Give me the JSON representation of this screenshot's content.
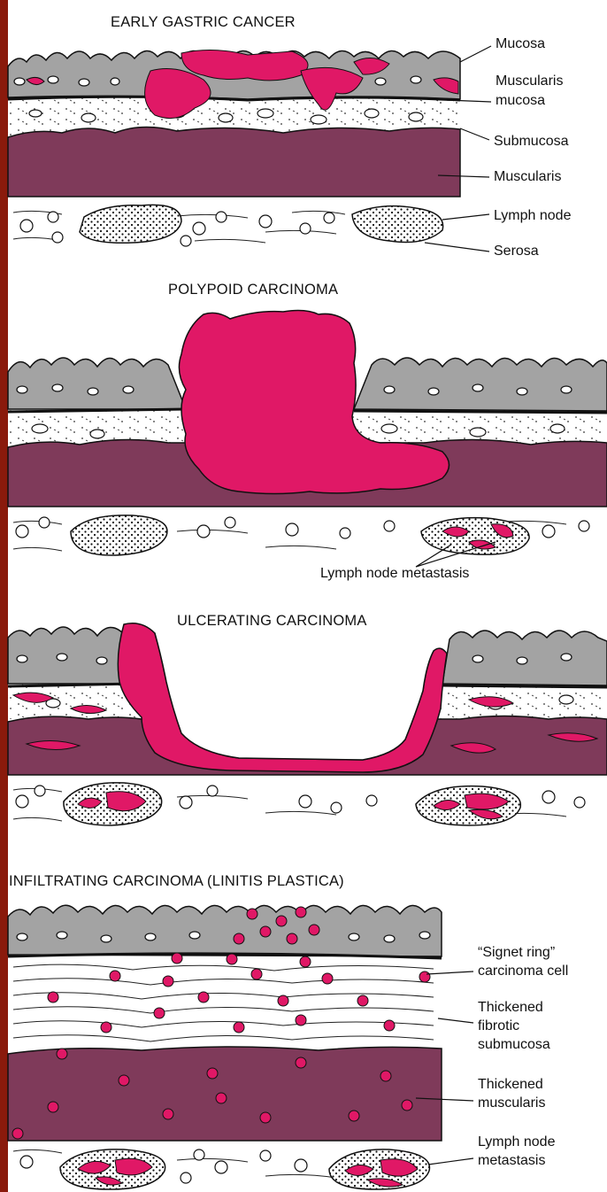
{
  "colors": {
    "page_border": "#8a1a0c",
    "paper": "#ffffff",
    "mucosa": "#a3a3a3",
    "muscularis": "#7f3a5a",
    "tumor": "#e01866",
    "ink": "#111111"
  },
  "panels": {
    "early": {
      "title": "EARLY GASTRIC CANCER",
      "labels": {
        "mucosa": "Mucosa",
        "muscularis_mucosa_1": "Muscularis",
        "muscularis_mucosa_2": "mucosa",
        "submucosa": "Submucosa",
        "muscularis": "Muscularis",
        "lymph_node": "Lymph node",
        "serosa": "Serosa"
      }
    },
    "polypoid": {
      "title": "POLYPOID CARCINOMA",
      "labels": {
        "lymph_node_metastasis": "Lymph node metastasis"
      }
    },
    "ulcerating": {
      "title": "ULCERATING CARCINOMA"
    },
    "infiltrating": {
      "title": "INFILTRATING CARCINOMA (LINITIS PLASTICA)",
      "labels": {
        "signet_1": "“Signet ring”",
        "signet_2": "carcinoma cell",
        "fibrotic_1": "Thickened",
        "fibrotic_2": "fibrotic",
        "fibrotic_3": "submucosa",
        "muscularis_1": "Thickened",
        "muscularis_2": "muscularis",
        "metastasis_1": "Lymph node",
        "metastasis_2": "metastasis"
      }
    }
  }
}
